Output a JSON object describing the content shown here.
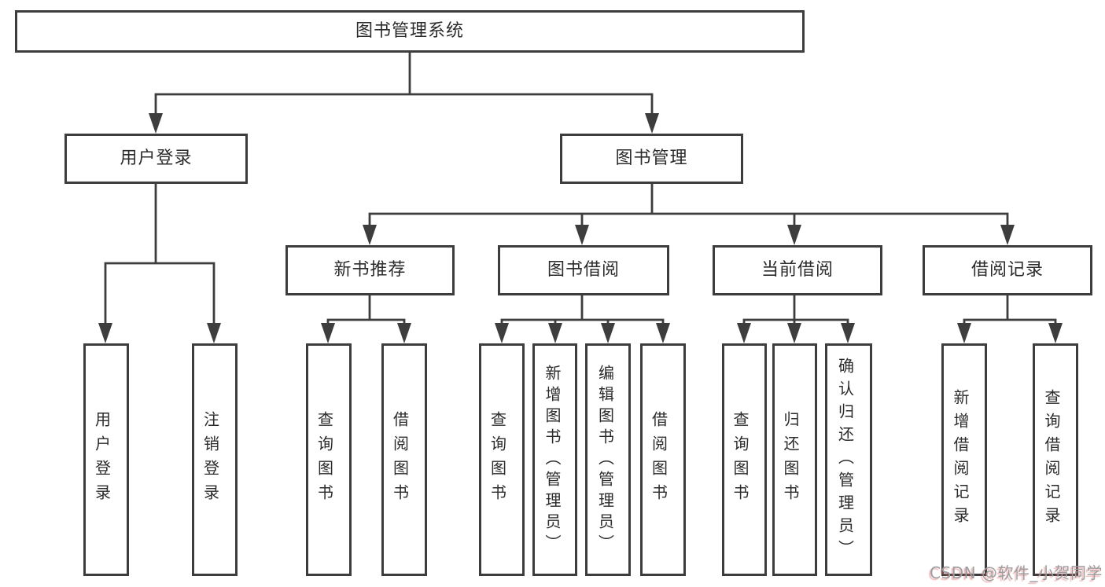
{
  "diagram": {
    "root": {
      "label": "图书管理系统"
    },
    "level2": [
      {
        "label": "用户登录"
      },
      {
        "label": "图书管理"
      }
    ],
    "level3": [
      {
        "label": "新书推荐"
      },
      {
        "label": "图书借阅"
      },
      {
        "label": "当前借阅"
      },
      {
        "label": "借阅记录"
      }
    ],
    "level4": [
      {
        "label": "用户登录"
      },
      {
        "label": "注销登录"
      },
      {
        "label": "查询图书"
      },
      {
        "label": "借阅图书"
      },
      {
        "label": "查询图书"
      },
      {
        "label": "新增图书（管理员）"
      },
      {
        "label": "编辑图书（管理员）"
      },
      {
        "label": "借阅图书"
      },
      {
        "label": "查询图书"
      },
      {
        "label": "归还图书"
      },
      {
        "label": "确认归还（管理员）"
      },
      {
        "label": "新增借阅记录"
      },
      {
        "label": "查询借阅记录"
      }
    ]
  },
  "watermark": {
    "text": "CSDN @软件_小贺同学"
  },
  "colors": {
    "line": "#3d3d3d",
    "text": "#2b2b2b",
    "background": "#ffffff",
    "watermark_gray": "#9d9da0",
    "watermark_red_shadow": "#e06666"
  }
}
